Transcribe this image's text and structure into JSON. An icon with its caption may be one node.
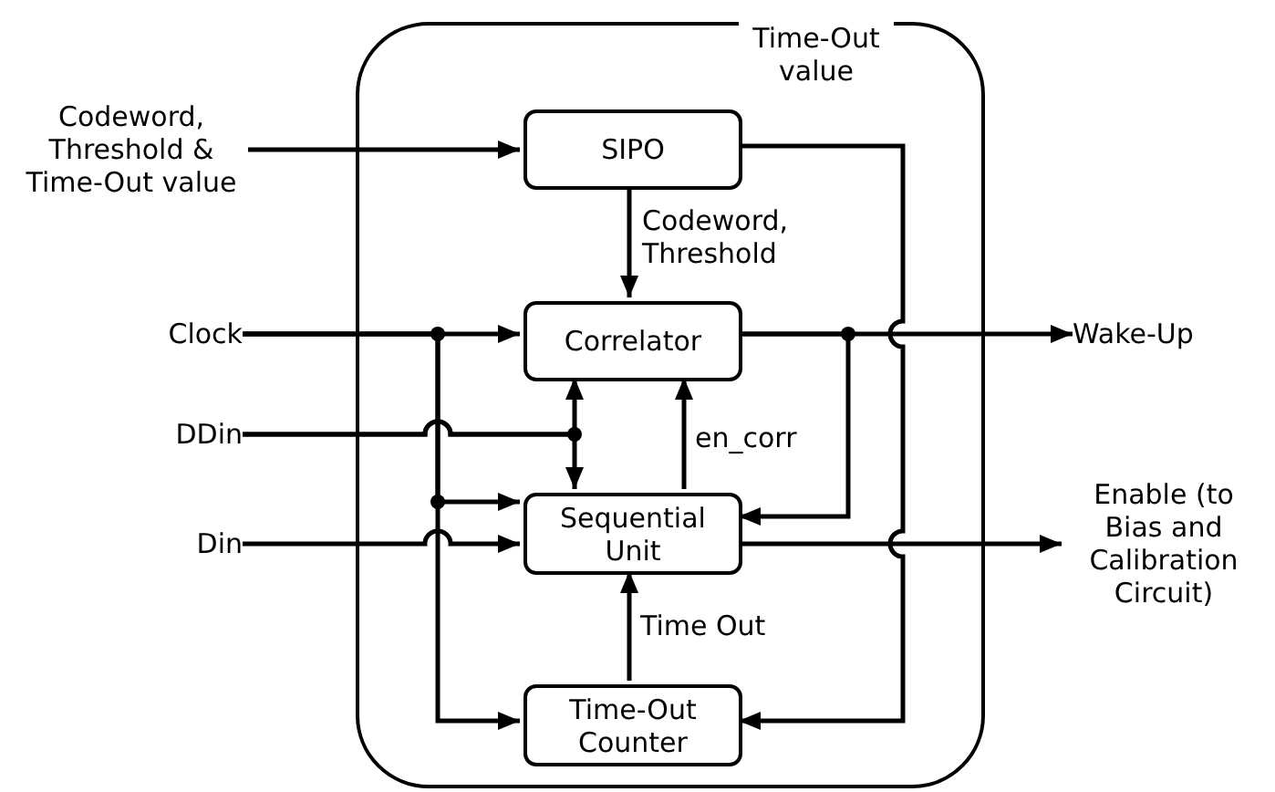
{
  "diagram": {
    "nodes": [
      {
        "text": [],
        "shape": "box"
      },
      {
        "text": [
          "Codeword, Threshold & Time-Out value"
        ]
      },
      {
        "text": [
          "SIPO"
        ],
        "in": 0
      },
      {
        "text": [
          "Clock"
        ]
      },
      {
        "text": [
          "Correlator"
        ],
        "in": 0
      },
      {
        "text": [
          "DDin"
        ]
      },
      {
        "text": [
          "Sequential Unit"
        ],
        "in": 0
      },
      {
        "text": [
          "Din"
        ]
      },
      {
        "text": [
          "Time-Out Counter"
        ],
        "in": 0
      },
      {
        "text": [
          "Wake-Up"
        ]
      },
      {
        "text": [
          "Enable (to Bias and Calibration Circuit)"
        ]
      }
    ],
    "edges": [
      {
        "from": 1,
        "to": 2,
        "arrow": "to"
      },
      {
        "from": 2,
        "to": 4,
        "arrow": "to",
        "label": "Codeword, Threshold"
      },
      {
        "from": 2,
        "to": 8,
        "arrow": "to",
        "label": "Time-Out value"
      },
      {
        "from": 3,
        "to": 4,
        "arrow": "to"
      },
      {
        "from": 3,
        "to": 6,
        "arrow": "to"
      },
      {
        "from": 3,
        "to": 8,
        "arrow": "to"
      },
      {
        "from": 5,
        "to": 4,
        "arrow": "to"
      },
      {
        "from": 5,
        "to": 6,
        "arrow": "to"
      },
      {
        "from": 7,
        "to": 6,
        "arrow": "to"
      },
      {
        "from": 6,
        "to": 4,
        "arrow": "to",
        "label": "en_corr"
      },
      {
        "from": 4,
        "to": 9,
        "arrow": "to"
      },
      {
        "from": 4,
        "to": 6,
        "arrow": "to"
      },
      {
        "from": 8,
        "to": 6,
        "arrow": "to",
        "label": "Time Out"
      },
      {
        "from": 6,
        "to": 10,
        "arrow": "to"
      }
    ]
  }
}
